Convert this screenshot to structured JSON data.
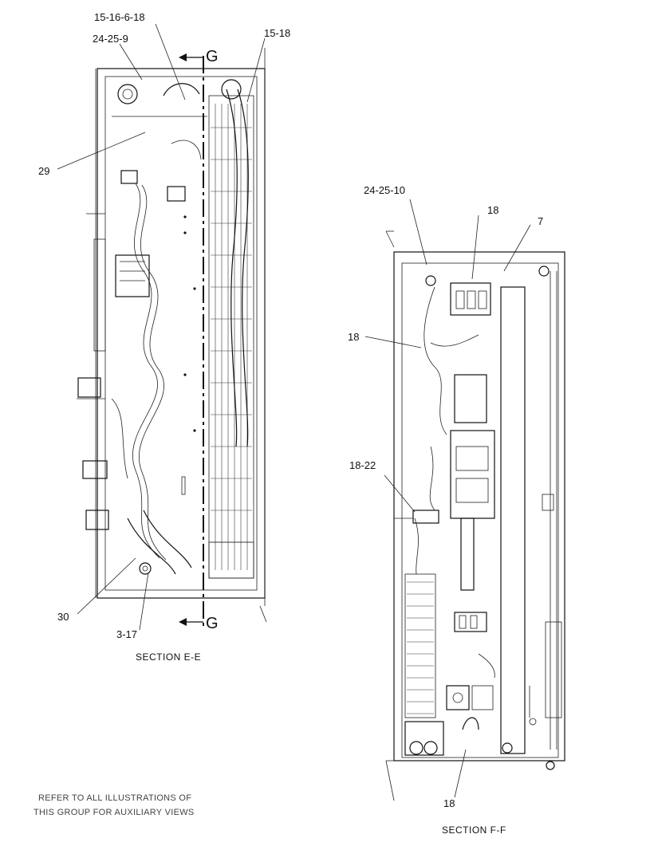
{
  "section_e": {
    "labels": {
      "top_center": "15-16-6-18",
      "top_left": "24-25-9",
      "top_right": "15-18",
      "cut_top": "G",
      "cut_bottom": "G",
      "left_29": "29",
      "left_30": "30",
      "bottom_317": "3-17"
    },
    "caption": "SECTION  E-E"
  },
  "section_f": {
    "labels": {
      "top_left": "24-25-10",
      "top_18": "18",
      "top_7": "7",
      "left_18": "18",
      "left_1822": "18-22",
      "bottom_18": "18"
    },
    "caption": "SECTION  F-F"
  },
  "note": {
    "line1": "REFER TO ALL ILLUSTRATIONS OF",
    "line2": "THIS GROUP FOR AUXILIARY VIEWS"
  }
}
